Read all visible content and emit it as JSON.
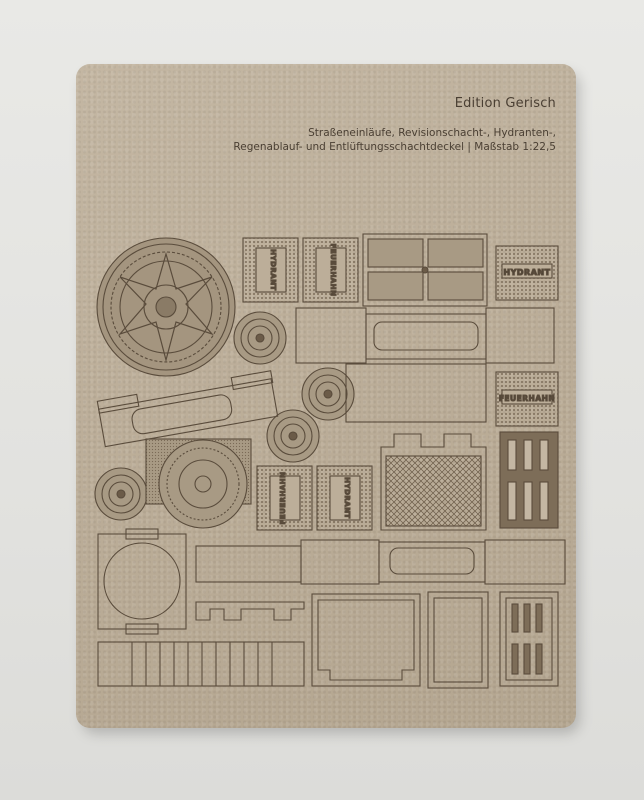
{
  "brand": "Edition Gerisch",
  "description_line1": "Straßeneinläufe, Revisionschacht-, Hydranten-,",
  "description_line2": "Regenablauf- und Entlüftungsschachtdeckel | Maßstab 1:22,5",
  "labels": {
    "hydrant": "HYDRANT",
    "feuerhahn": "FEUERHAHN"
  },
  "colors": {
    "board": "#bcae99",
    "engraving": "#5a4c3c",
    "background": "#e4e4e1"
  }
}
